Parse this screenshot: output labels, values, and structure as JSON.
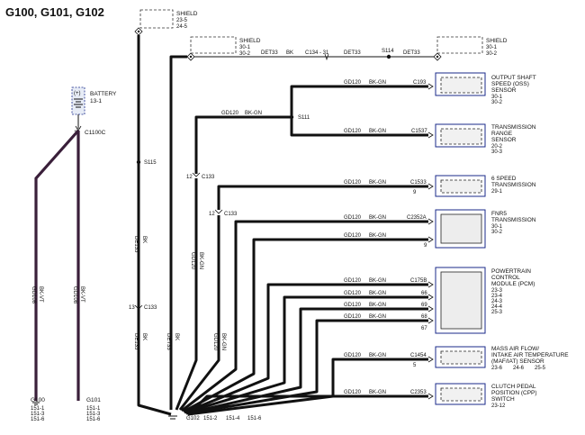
{
  "title": "G100, G101, G102",
  "battery": {
    "name": "BATTERY",
    "ref": "13-1",
    "plus": "(+)",
    "pin": "1",
    "connector": "C1100C"
  },
  "ground_left": {
    "wire1": {
      "circuit": "GD108",
      "color": "BK-VT",
      "ground": "G100",
      "refs": [
        "151-1",
        "151-3",
        "151-6"
      ]
    },
    "wire2": {
      "circuit": "GD108",
      "color": "BK-VT",
      "ground": "G101",
      "refs": [
        "151-1",
        "151-3",
        "151-6"
      ]
    }
  },
  "shields": [
    {
      "label": "SHIELD",
      "refs": [
        "23-5",
        "24-5"
      ]
    },
    {
      "label": "SHIELD",
      "refs": [
        "30-1",
        "30-2"
      ]
    },
    {
      "label": "SHIELD",
      "refs": [
        "30-1",
        "30-2"
      ]
    }
  ],
  "shield_wire": {
    "left": "DET33",
    "left_color": "BK",
    "connector": "C134 - 31",
    "mid": "DET33",
    "splice": "S114",
    "right": "DET33"
  },
  "vertical_wires": {
    "det135_top": {
      "splice": "S115",
      "circuit": "DE135",
      "color": "BK"
    },
    "det135_bot": {
      "pin": "13",
      "connector": "C133",
      "circuit": "DE135",
      "color": "BK"
    },
    "det33": {
      "circuit": "DET33",
      "color": "BK"
    },
    "gd120_a": {
      "pin": "12",
      "connector": "C133",
      "circuit": "GD120",
      "color": "BK-GN"
    },
    "gd120_b": {
      "pin": "12",
      "connector": "C133",
      "circuit": "GD120",
      "color": "BK-GN"
    }
  },
  "s111": {
    "splice": "S111",
    "circuit": "GD120",
    "color": "BK-GN"
  },
  "components": [
    {
      "name": [
        "OUTPUT SHAFT",
        "SPEED (OSS)",
        "SENSOR"
      ],
      "refs": [
        "30-1",
        "30-2"
      ],
      "connector": "C193",
      "pin": "",
      "circuit": "GD120",
      "color": "BK-GN"
    },
    {
      "name": [
        "TRANSMISSION",
        "RANGE",
        "SENSOR"
      ],
      "refs": [
        "20-2",
        "30-3"
      ],
      "connector": "C1537",
      "pin": "",
      "circuit": "GD120",
      "color": "BK-GN"
    },
    {
      "name": [
        "6 SPEED",
        "TRANSMISSION"
      ],
      "refs": [
        "29-1"
      ],
      "connector": "C1533",
      "pin": "9",
      "circuit": "GD120",
      "color": "BK-GN"
    },
    {
      "name": [
        "FNR5",
        "TRANSMISSION"
      ],
      "refs": [
        "30-1",
        "30-2"
      ],
      "connector": "C2352A",
      "pin": "",
      "pin2": "9",
      "circuit": "GD120",
      "color": "BK-GN"
    },
    {
      "name": [
        "POWERTRAIN",
        "CONTROL",
        "MODULE (PCM)"
      ],
      "refs": [
        "23-3",
        "23-4",
        "24-3",
        "24-4",
        "25-3"
      ],
      "connector": "C175B",
      "pins": [
        "66",
        "69",
        "68",
        "67"
      ],
      "circuit": "GD120",
      "color": "BK-GN"
    },
    {
      "name": [
        "MASS AIR FLOW/",
        "INTAKE AIR TEMPERATURE",
        "(MAF/IAT) SENSOR"
      ],
      "refs": [
        "23-6",
        "24-6",
        "25-5"
      ],
      "connector": "C1454",
      "pin": "5",
      "circuit": "GD120",
      "color": "BK-GN"
    },
    {
      "name": [
        "CLUTCH PEDAL",
        "POSITION (CPP)",
        "SWITCH"
      ],
      "refs": [
        "23-12"
      ],
      "connector": "C2353",
      "pin": "",
      "circuit": "GD120",
      "color": "BK-GN"
    }
  ],
  "ground_g102": {
    "name": "G102",
    "refs": [
      "151-2",
      "151-4",
      "151-6"
    ]
  }
}
